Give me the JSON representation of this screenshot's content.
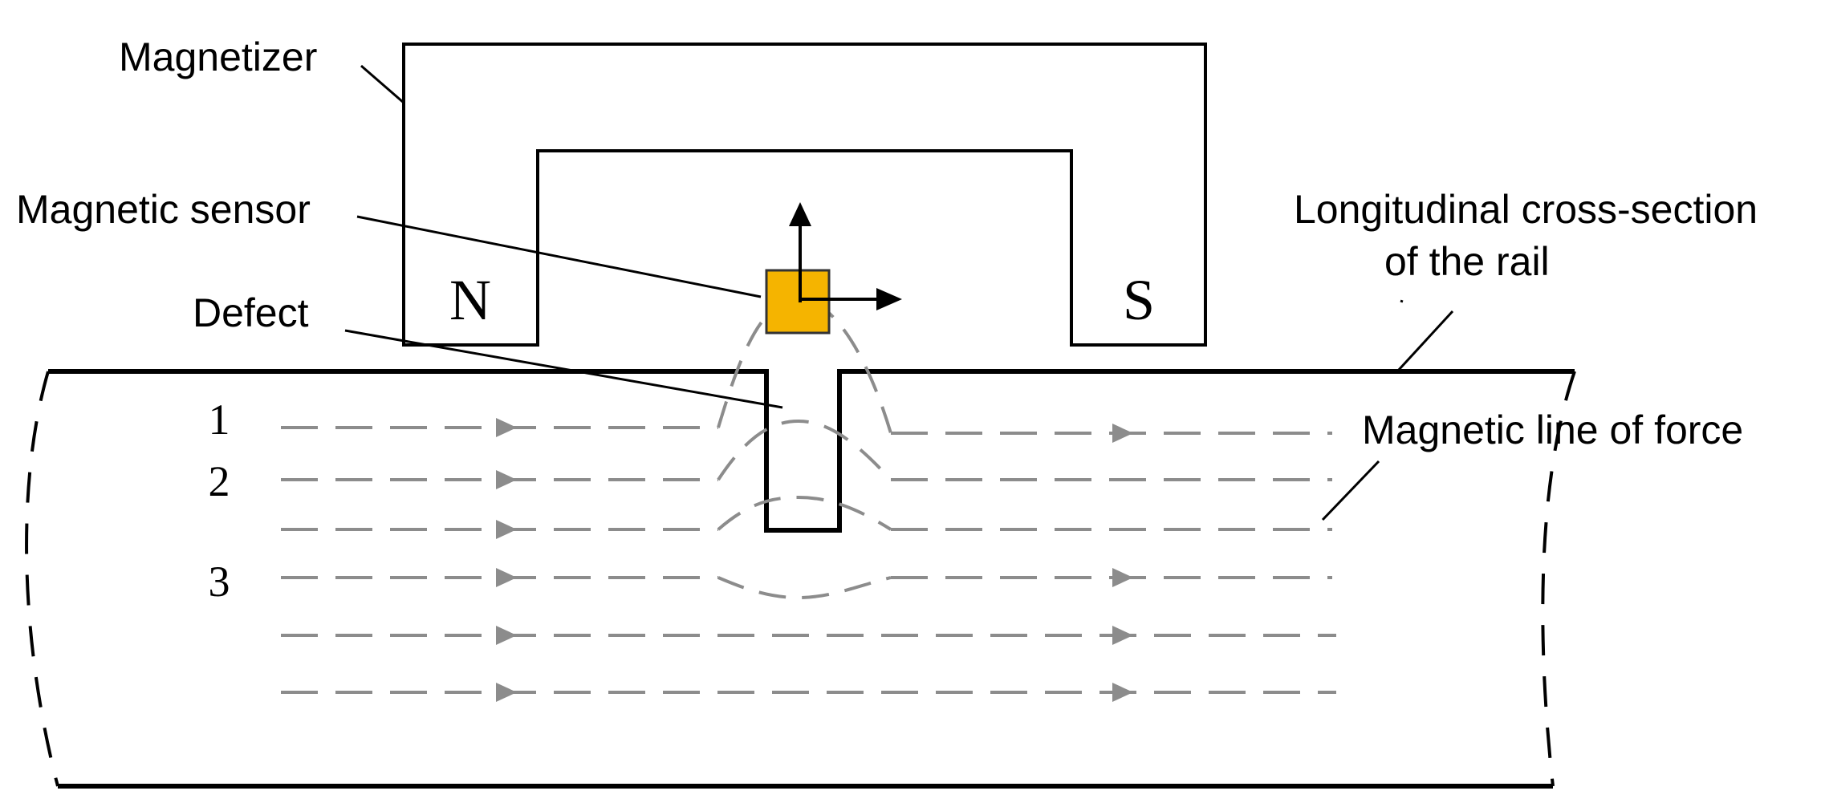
{
  "labels": {
    "magnetizer": "Magnetizer",
    "sensor": "Magnetic sensor",
    "defect": "Defect",
    "rail_line1": "Longitudinal cross-section",
    "rail_line2": "of the rail",
    "force": "Magnetic line of force"
  },
  "poles": {
    "north": "N",
    "south": "S"
  },
  "line_numbers": [
    "1",
    "2",
    "3"
  ],
  "colors": {
    "sensor_fill": "#f5b400",
    "flux_line": "#8c8c8c",
    "outline": "#000000"
  }
}
